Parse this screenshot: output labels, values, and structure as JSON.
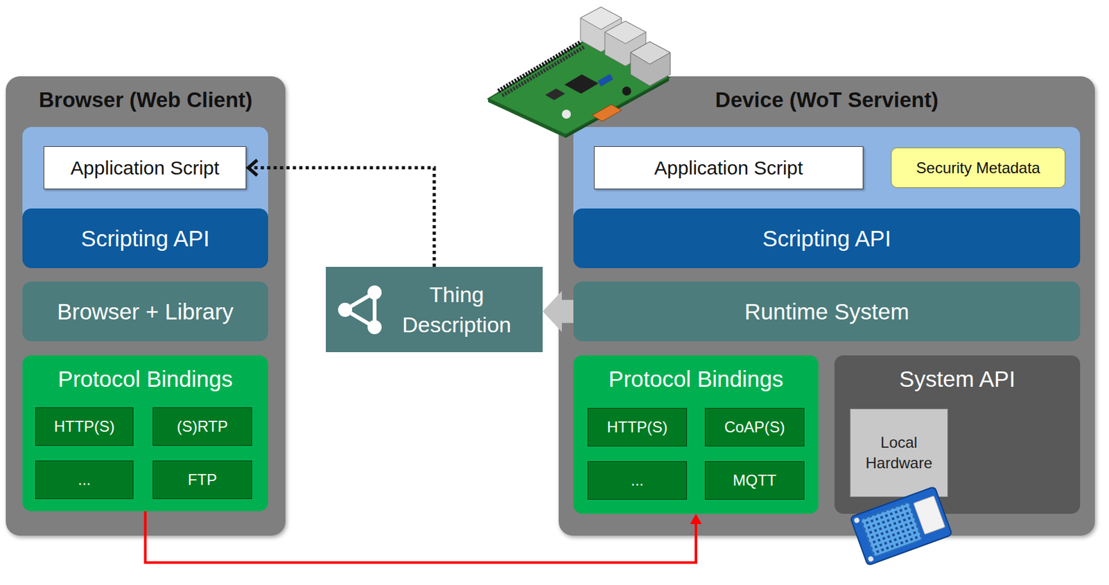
{
  "diagram": {
    "nodes": [
      {
        "text": [
          "Browser (Web Client)"
        ]
      },
      {
        "text": [
          "Application Script"
        ],
        "in": 0
      },
      {
        "text": [
          "Scripting API"
        ],
        "in": 0
      },
      {
        "text": [
          "Browser + Library"
        ],
        "in": 0
      },
      {
        "text": [
          "Protocol Bindings"
        ],
        "in": 0
      },
      {
        "text": [
          "HTTP(S)"
        ],
        "in": 4
      },
      {
        "text": [
          "(S)RTP"
        ],
        "in": 4
      },
      {
        "text": [
          "..."
        ],
        "in": 4
      },
      {
        "text": [
          "FTP"
        ],
        "in": 4
      },
      {
        "text": [
          "Thing Description"
        ]
      },
      {
        "text": [
          "Device (WoT Servient)"
        ]
      },
      {
        "text": [
          "Application Script"
        ],
        "in": 10
      },
      {
        "text": [
          "Security Metadata"
        ],
        "in": 10
      },
      {
        "text": [
          "Scripting API"
        ],
        "in": 10
      },
      {
        "text": [
          "Runtime System"
        ],
        "in": 10
      },
      {
        "text": [
          "Protocol Bindings"
        ],
        "in": 10
      },
      {
        "text": [
          "HTTP(S)"
        ],
        "in": 15
      },
      {
        "text": [
          "CoAP(S)"
        ],
        "in": 15
      },
      {
        "text": [
          "..."
        ],
        "in": 15
      },
      {
        "text": [
          "MQTT"
        ],
        "in": 15
      },
      {
        "text": [
          "System API"
        ],
        "in": 10
      },
      {
        "text": [
          "Local Hardware"
        ],
        "in": 20
      }
    ],
    "edges": [
      {
        "from": 14,
        "to": 9,
        "arrow": "to"
      },
      {
        "from": 9,
        "to": 1,
        "arrow": "to"
      },
      {
        "from": 4,
        "to": 15,
        "arrow": "to"
      }
    ]
  }
}
